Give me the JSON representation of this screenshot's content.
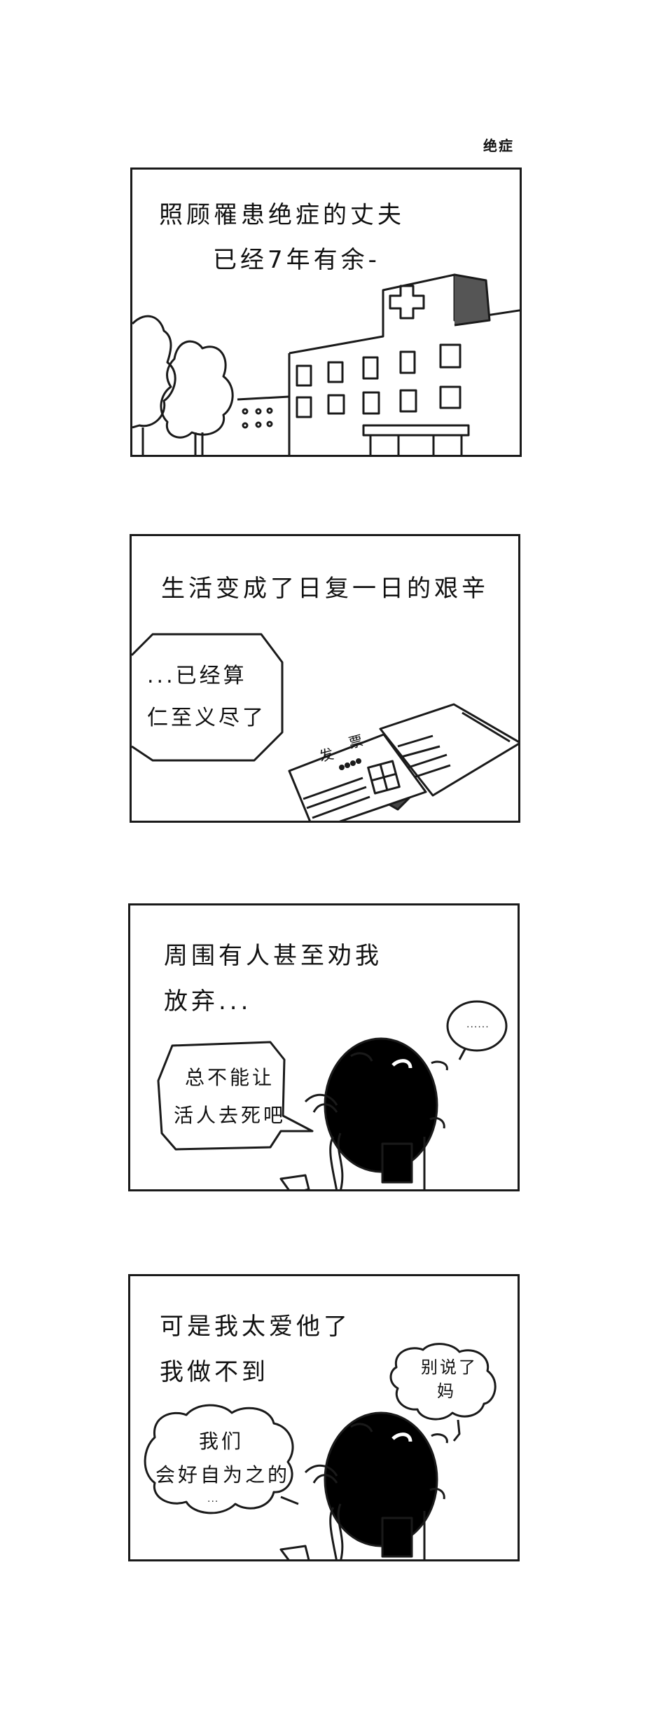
{
  "comic": {
    "series_title": "绝症",
    "panels": [
      {
        "caption_lines": [
          "照顾罹患绝症的丈夫",
          "已经7年有余-"
        ],
        "scene": "hospital-building-with-trees"
      },
      {
        "caption_lines": [
          "生活变成了日复一日的艰辛"
        ],
        "speech_bubble_lines": [
          "...已经算",
          "仁至义尽了"
        ],
        "receipt_label": [
          "发",
          "票"
        ],
        "scene": "receipts-on-table"
      },
      {
        "caption_lines": [
          "周围有人甚至劝我",
          "放弃..."
        ],
        "speech_bubble_lines": [
          "总不能让",
          "活人去死吧"
        ],
        "thought_bubble": "......",
        "scene": "woman-from-behind"
      },
      {
        "caption_lines": [
          "可是我太爱他了",
          "我做不到"
        ],
        "cloud_left_lines": [
          "我们",
          "会好自为之的",
          "..."
        ],
        "cloud_right_lines": [
          "别说了",
          "妈"
        ],
        "scene": "woman-from-behind"
      }
    ]
  }
}
